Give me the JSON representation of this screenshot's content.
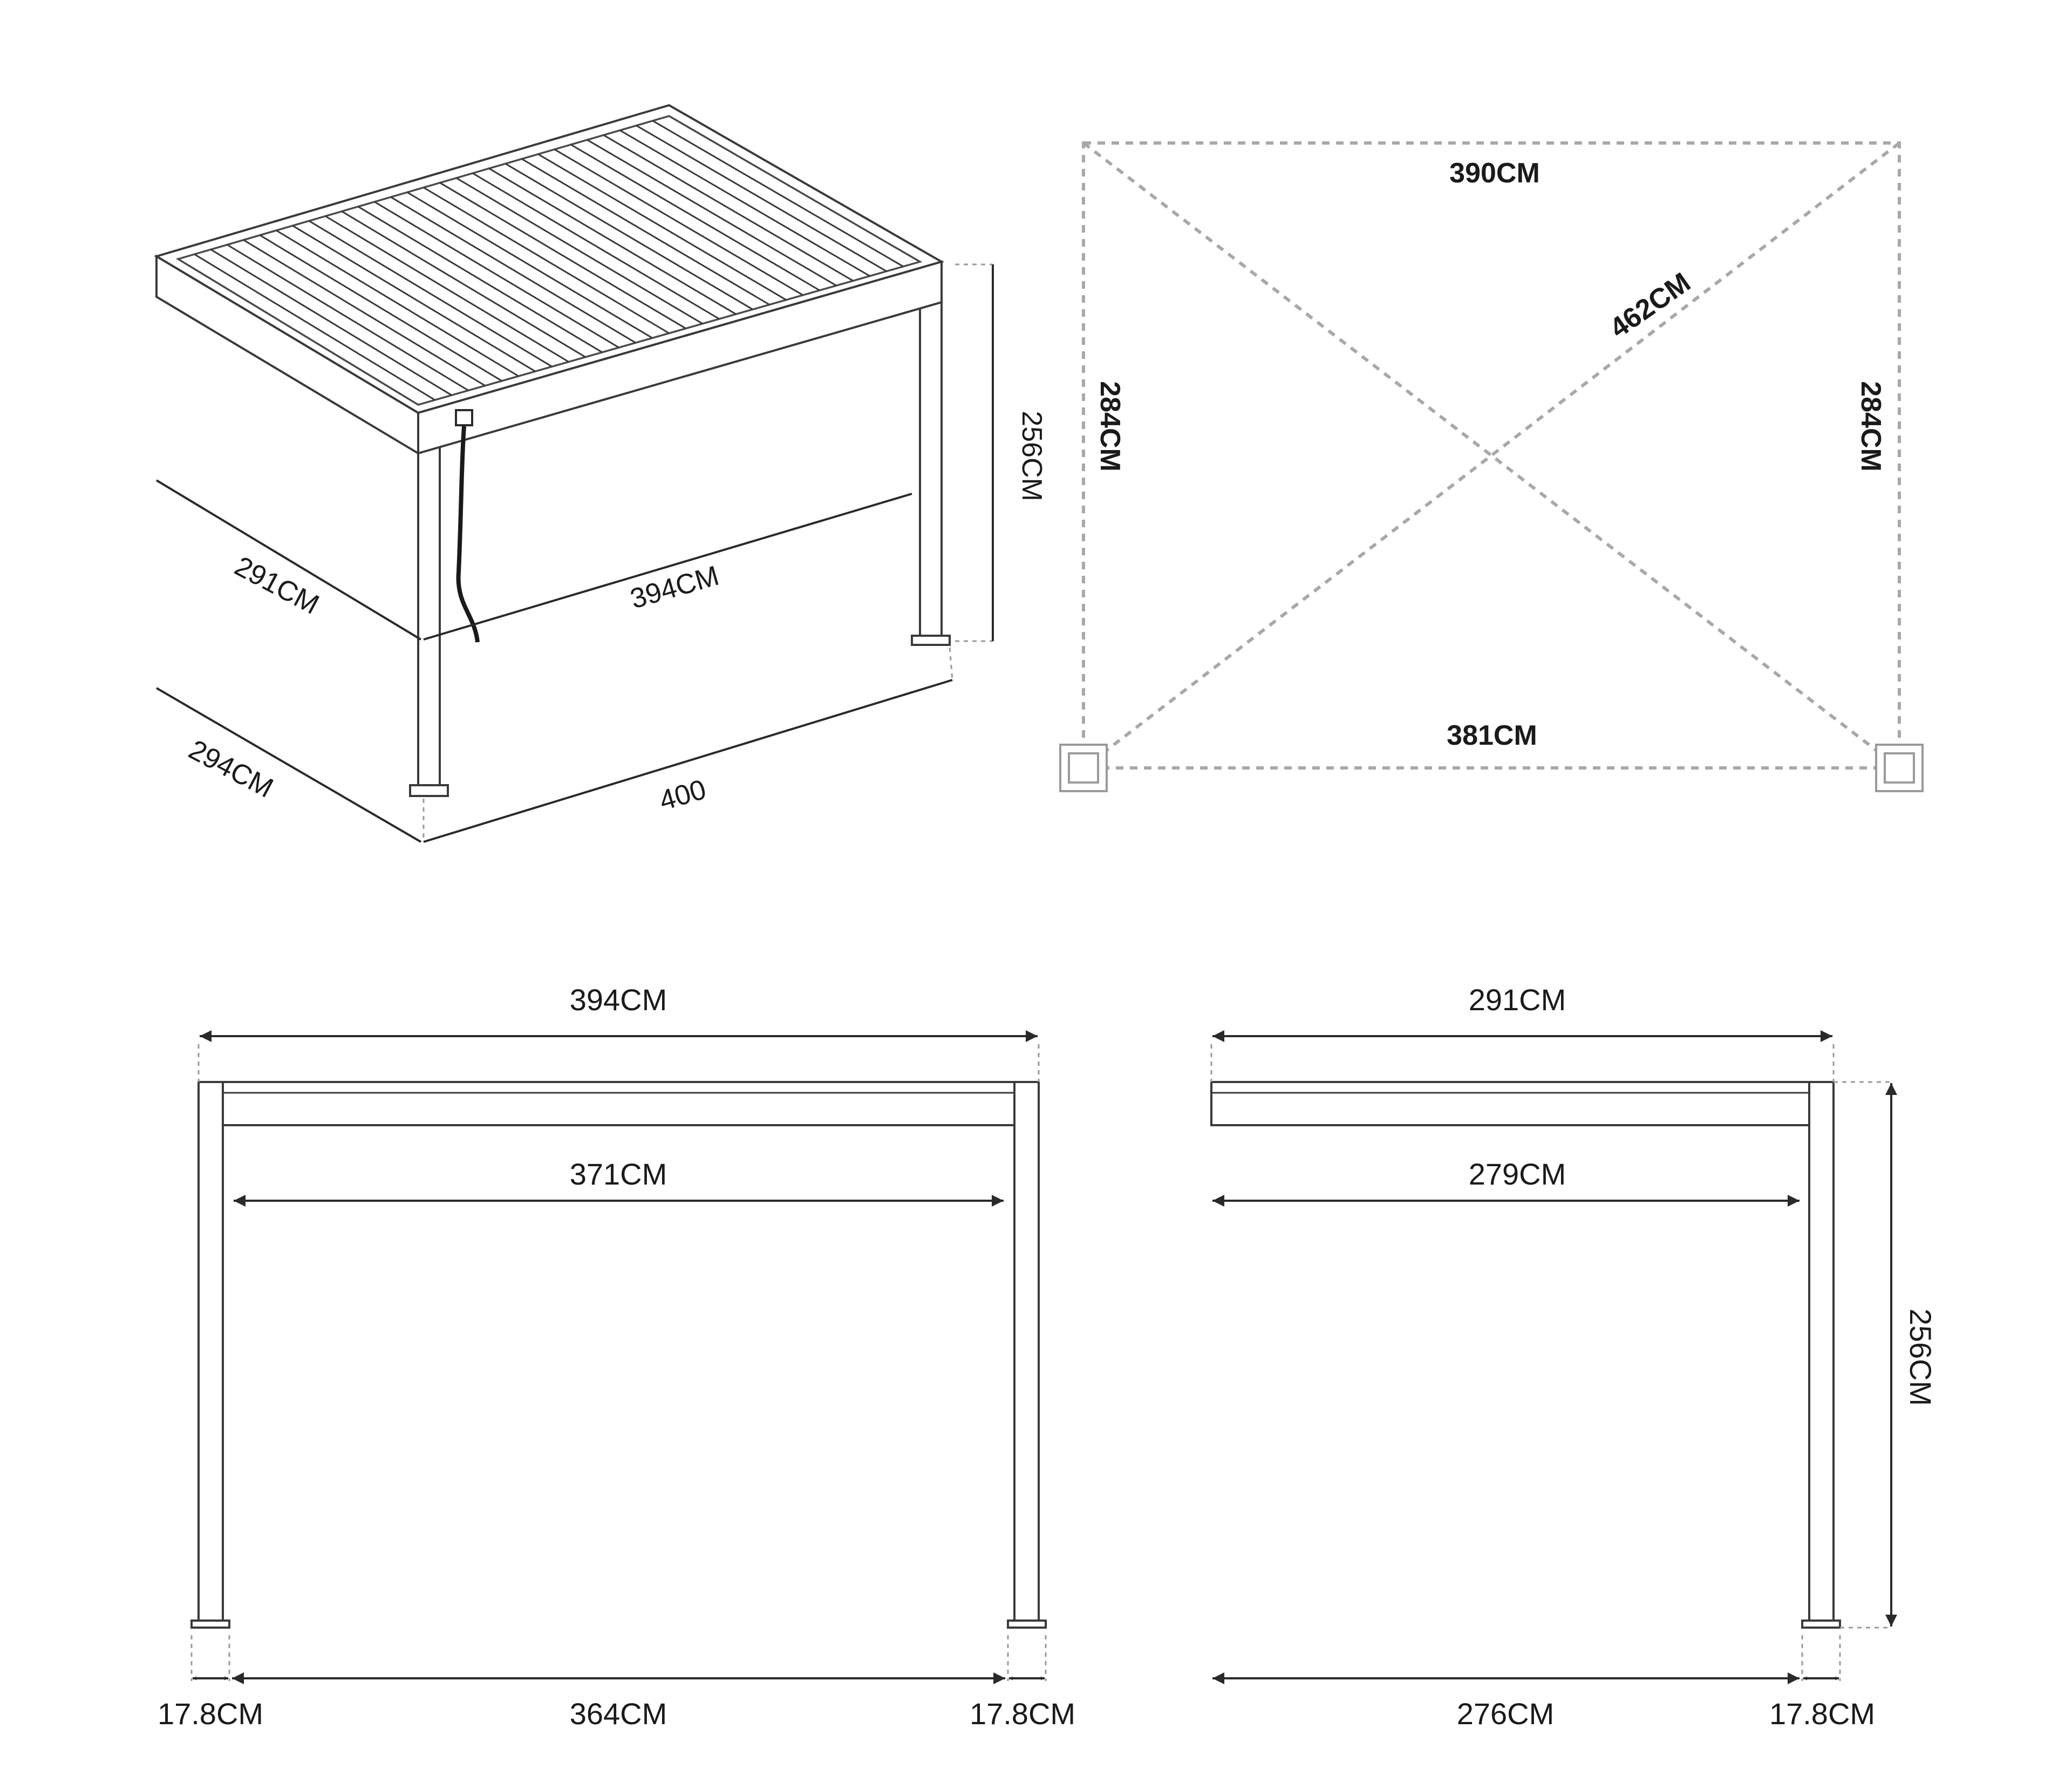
{
  "isometric": {
    "width_front": "400",
    "depth_front": "294CM",
    "depth_inner": "291CM",
    "width_inner": "394CM",
    "height": "256CM"
  },
  "plan": {
    "top": "390CM",
    "bottom": "381CM",
    "left": "284CM",
    "right": "284CM",
    "diagonal": "462CM"
  },
  "front_elevation": {
    "overall": "394CM",
    "inner": "371CM",
    "post_left": "17.8CM",
    "between_posts": "364CM",
    "post_right": "17.8CM"
  },
  "side_elevation": {
    "overall": "291CM",
    "inner": "279CM",
    "height": "256CM",
    "span": "276CM",
    "post": "17.8CM"
  }
}
